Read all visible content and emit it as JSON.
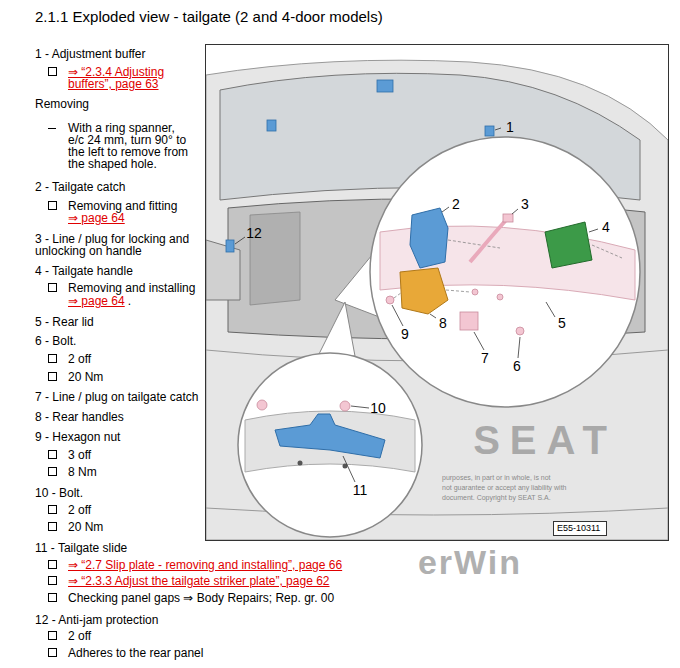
{
  "diagram": {
    "title": "2.1.1 Exploded view - tailgate (2 and 4-door models)",
    "nodes": [
      {
        "text": [
          "E55-10311"
        ]
      }
    ],
    "labels": [
      "1 - Adjustment buffer",
      "⇒ “2.3.4 Adjusting buffers”, page 63",
      "Removing",
      "With a ring spanner, e/c 24 mm, turn 90° to the left to remove from the shaped hole.",
      "2 - Tailgate catch",
      "Removing and fitting",
      "⇒ page 64",
      "3 - Line / plug for locking and unlocking on handle",
      "4 - Tailgate handle",
      "Removing and installing",
      "⇒ page 64",
      ".",
      "5 - Rear lid",
      "6 - Bolt.",
      "2 off",
      "20 Nm",
      "7 - Line / plug on tailgate catch",
      "8 - Rear handles",
      "9 - Hexagon nut",
      "3 off",
      "8 Nm",
      "10 - Bolt.",
      "2 off",
      "20 Nm",
      "11 - Tailgate slide",
      "⇒ “2.7 Slip plate - removing and installing”, page 66",
      "⇒ “2.3.3 Adjust the tailgate striker plate”, page 62",
      "Checking panel gaps ⇒ Body Repairs; Rep. gr. 00",
      "12 - Anti-jam protection",
      "2 off",
      "Adheres to the rear panel",
      "1",
      "2",
      "3",
      "4",
      "5",
      "6",
      "7",
      "8",
      "9",
      "10",
      "11",
      "12",
      "SEAT",
      "erWin",
      "purposes, in part or in whole, is not",
      "not guarantee or accept any liability with",
      "document. Copyright by SEAT S.A."
    ]
  }
}
